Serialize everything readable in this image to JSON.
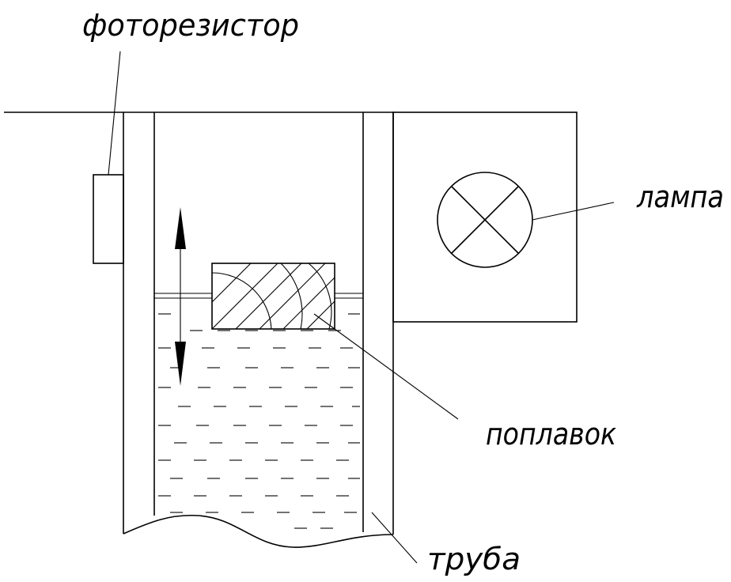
{
  "labels": {
    "photoresistor": "фоторезистор",
    "lamp": "лампа",
    "float": "поплавок",
    "pipe": "труба"
  }
}
